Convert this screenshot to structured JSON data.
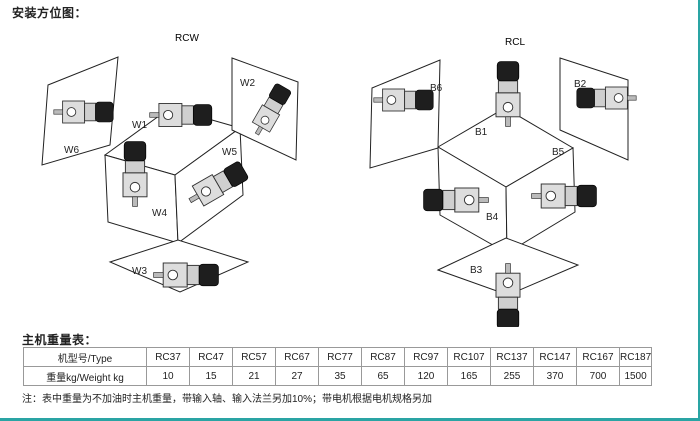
{
  "headings": {
    "mount": "安装方位图：",
    "weight": "主机重量表："
  },
  "diagram": {
    "rcw": {
      "title": "RCW",
      "positions": [
        "W1",
        "W2",
        "W3",
        "W4",
        "W5",
        "W6"
      ]
    },
    "rcl": {
      "title": "RCL",
      "positions": [
        "B1",
        "B2",
        "B3",
        "B4",
        "B5",
        "B6"
      ]
    }
  },
  "weight_table": {
    "row1_label": "机型号/Type",
    "row2_label": "重量kg/Weight kg",
    "types": [
      "RC37",
      "RC47",
      "RC57",
      "RC67",
      "RC77",
      "RC87",
      "RC97",
      "RC107",
      "RC137",
      "RC147",
      "RC167",
      "RC187"
    ],
    "weights": [
      "10",
      "15",
      "21",
      "27",
      "35",
      "65",
      "120",
      "165",
      "255",
      "370",
      "700",
      "1500"
    ]
  },
  "note": "注：表中重量为不加油时主机重量，带输入轴、输入法兰另加10%；带电机根据电机规格另加",
  "accent_color": "#2aa4a4"
}
